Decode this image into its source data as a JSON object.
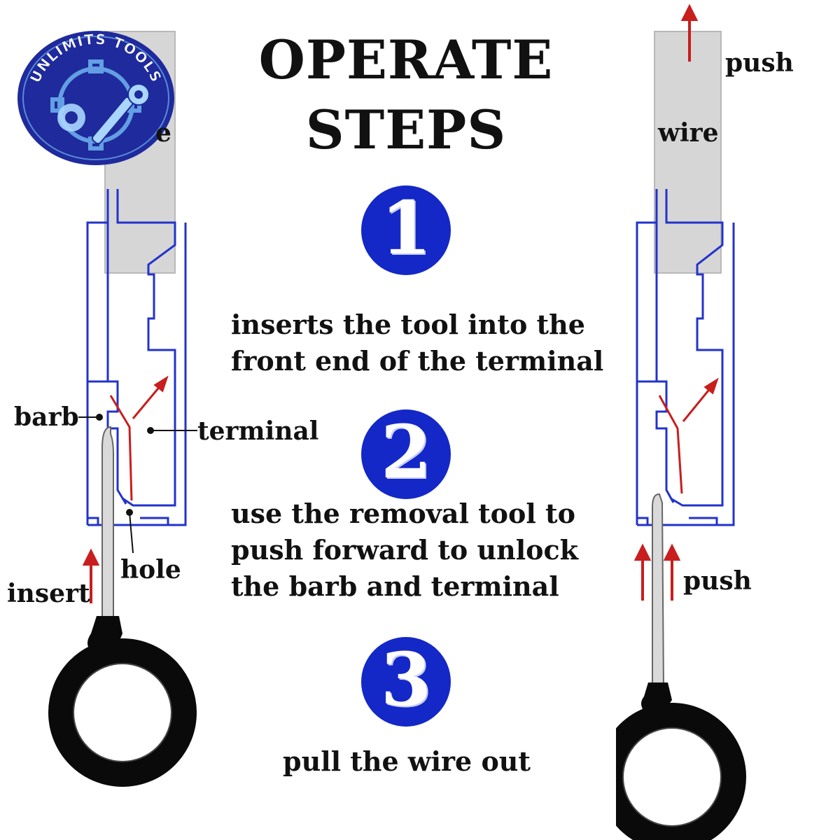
{
  "title": {
    "line1": "OPERATE",
    "line2": "STEPS"
  },
  "logo": {
    "text": "UNLIMITS TOOLS",
    "colors": {
      "bg": "#1f2a9c",
      "light": "#6fb4f0"
    }
  },
  "steps": [
    {
      "number": "1",
      "lines": [
        "inserts the tool into the",
        "front end of the terminal"
      ]
    },
    {
      "number": "2",
      "lines": [
        "use the removal tool to",
        "push forward to unlock",
        "the barb and terminal"
      ]
    },
    {
      "number": "3",
      "lines": [
        "pull the wire out"
      ]
    }
  ],
  "left_diagram": {
    "labels": {
      "wire_partial": "e",
      "barb": "barb",
      "terminal": "terminal",
      "hole": "hole",
      "insert": "insert"
    }
  },
  "right_diagram": {
    "labels": {
      "push_top": "push",
      "wire": "wire",
      "push_bottom": "push"
    }
  },
  "colors": {
    "badge": "#1428c8",
    "outline": "#2233cc",
    "arrow": "#c81e1e",
    "wire": "#d4d4d4",
    "tool": "#0a0a0a"
  }
}
